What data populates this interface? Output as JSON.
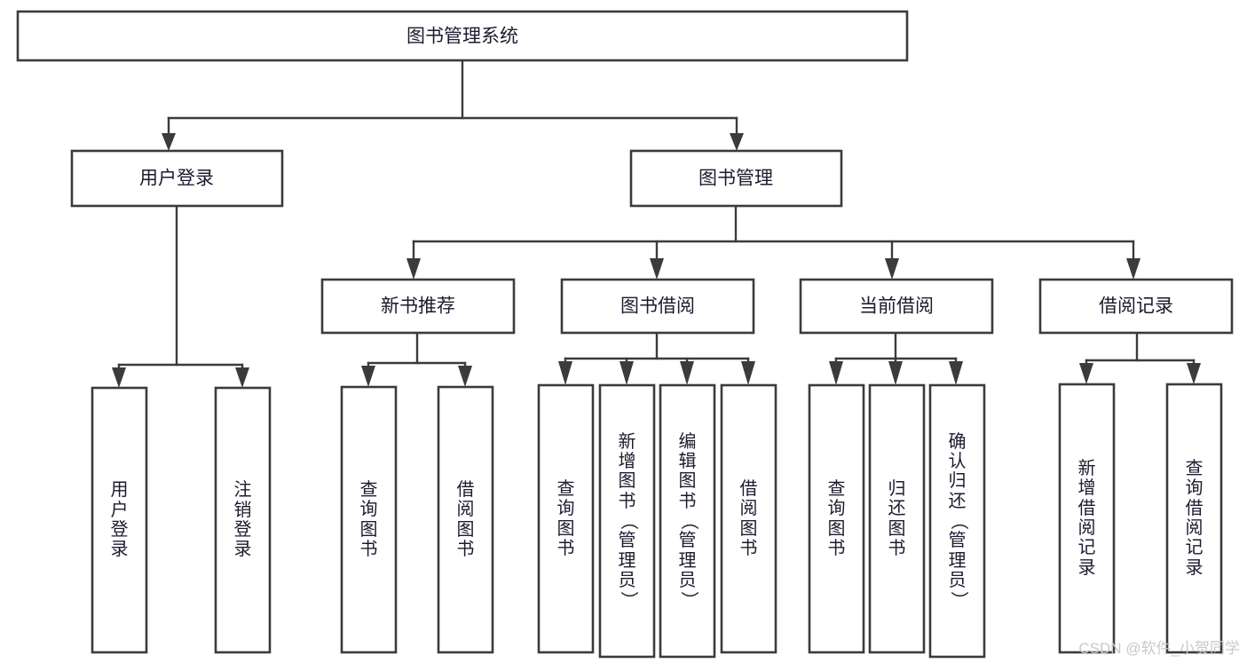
{
  "diagram": {
    "title": "图书管理系统",
    "type": "tree",
    "orientation": "top-down",
    "colors": {
      "box_stroke": "#3b3b3b",
      "box_fill": "#ffffff",
      "connector": "#3b3b3b",
      "label_text": "#1b1b2f",
      "watermark": "#c9c9c9",
      "background": "#ffffff"
    },
    "root": {
      "id": "root",
      "label": "图书管理系统",
      "orientation": "horizontal"
    },
    "level2": [
      {
        "id": "user-login",
        "label": "用户登录",
        "orientation": "horizontal"
      },
      {
        "id": "book-manage",
        "label": "图书管理",
        "orientation": "horizontal"
      }
    ],
    "level3": [
      {
        "id": "new-book-recommend",
        "label": "新书推荐",
        "orientation": "horizontal"
      },
      {
        "id": "book-borrow",
        "label": "图书借阅",
        "orientation": "horizontal"
      },
      {
        "id": "current-borrow",
        "label": "当前借阅",
        "orientation": "horizontal"
      },
      {
        "id": "borrow-record",
        "label": "借阅记录",
        "orientation": "horizontal"
      }
    ],
    "leaves": {
      "user-login": [
        {
          "id": "leaf-user-login",
          "label": "用户登录",
          "chars": [
            "用",
            "户",
            "登",
            "录"
          ]
        },
        {
          "id": "leaf-user-logout",
          "label": "注销登录",
          "chars": [
            "注",
            "销",
            "登",
            "录"
          ]
        }
      ],
      "new-book-recommend": [
        {
          "id": "leaf-query-book-1",
          "label": "查询图书",
          "chars": [
            "查",
            "询",
            "图",
            "书"
          ]
        },
        {
          "id": "leaf-borrow-book-1",
          "label": "借阅图书",
          "chars": [
            "借",
            "阅",
            "图",
            "书"
          ]
        }
      ],
      "book-borrow": [
        {
          "id": "leaf-query-book-2",
          "label": "查询图书",
          "chars": [
            "查",
            "询",
            "图",
            "书"
          ]
        },
        {
          "id": "leaf-add-book-admin",
          "label": "新增图书（管理员）",
          "chars": [
            "新",
            "增",
            "图",
            "书",
            "（",
            "管",
            "理",
            "员",
            "）"
          ]
        },
        {
          "id": "leaf-edit-book-admin",
          "label": "编辑图书（管理员）",
          "chars": [
            "编",
            "辑",
            "图",
            "书",
            "（",
            "管",
            "理",
            "员",
            "）"
          ]
        },
        {
          "id": "leaf-borrow-book-2",
          "label": "借阅图书",
          "chars": [
            "借",
            "阅",
            "图",
            "书"
          ]
        }
      ],
      "current-borrow": [
        {
          "id": "leaf-query-book-3",
          "label": "查询图书",
          "chars": [
            "查",
            "询",
            "图",
            "书"
          ]
        },
        {
          "id": "leaf-return-book",
          "label": "归还图书",
          "chars": [
            "归",
            "还",
            "图",
            "书"
          ]
        },
        {
          "id": "leaf-confirm-return-admin",
          "label": "确认归还（管理员）",
          "chars": [
            "确",
            "认",
            "归",
            "还",
            "（",
            "管",
            "理",
            "员",
            "）"
          ]
        }
      ],
      "borrow-record": [
        {
          "id": "leaf-add-borrow-record",
          "label": "新增借阅记录",
          "chars": [
            "新",
            "增",
            "借",
            "阅",
            "记",
            "录"
          ]
        },
        {
          "id": "leaf-query-borrow-record",
          "label": "查询借阅记录",
          "chars": [
            "查",
            "询",
            "借",
            "阅",
            "记",
            "录"
          ]
        }
      ]
    },
    "watermark": "CSDN @软件_小贺同学"
  }
}
